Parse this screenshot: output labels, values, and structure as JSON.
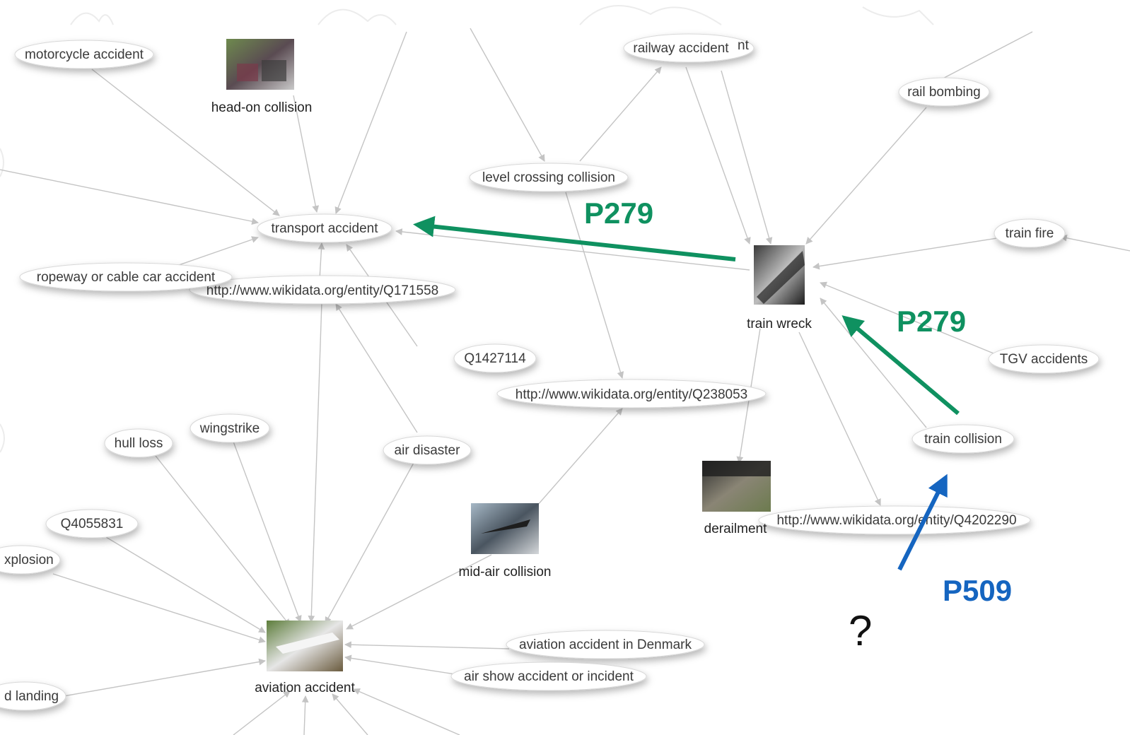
{
  "nodes": {
    "motorcycle_accident": "motorcycle accident",
    "head_on_collision": "head-on collision",
    "railway_accident": "railway accident",
    "railway_accident_suffix": "nt",
    "rail_bombing": "rail bombing",
    "level_crossing_collision": "level crossing collision",
    "transport_accident": "transport accident",
    "train_fire": "train fire",
    "ropeway_accident": "ropeway or cable car accident",
    "q171558": "http://www.wikidata.org/entity/Q171558",
    "train_wreck": "train wreck",
    "q1427114": "Q1427114",
    "tgv_accidents": "TGV accidents",
    "q238053": "http://www.wikidata.org/entity/Q238053",
    "wingstrike": "wingstrike",
    "hull_loss": "hull loss",
    "air_disaster": "air disaster",
    "train_collision": "train collision",
    "derailment": "derailment",
    "q4202290": "http://www.wikidata.org/entity/Q4202290",
    "q4055831": "Q4055831",
    "explosion": "xplosion",
    "mid_air_collision": "mid-air collision",
    "aviation_accident_denmark": "aviation accident in Denmark",
    "air_show_accident": "air show accident or incident",
    "aviation_accident": "aviation accident",
    "landing": "d landing"
  },
  "annotations": {
    "p279_upper": "P279",
    "p279_lower": "P279",
    "p509": "P509",
    "question": "?"
  },
  "colors": {
    "green_arrow": "#0f9160",
    "blue_arrow": "#1565c0",
    "edge": "#c4c4c4",
    "ellipse_stroke": "#d8d8d8"
  }
}
